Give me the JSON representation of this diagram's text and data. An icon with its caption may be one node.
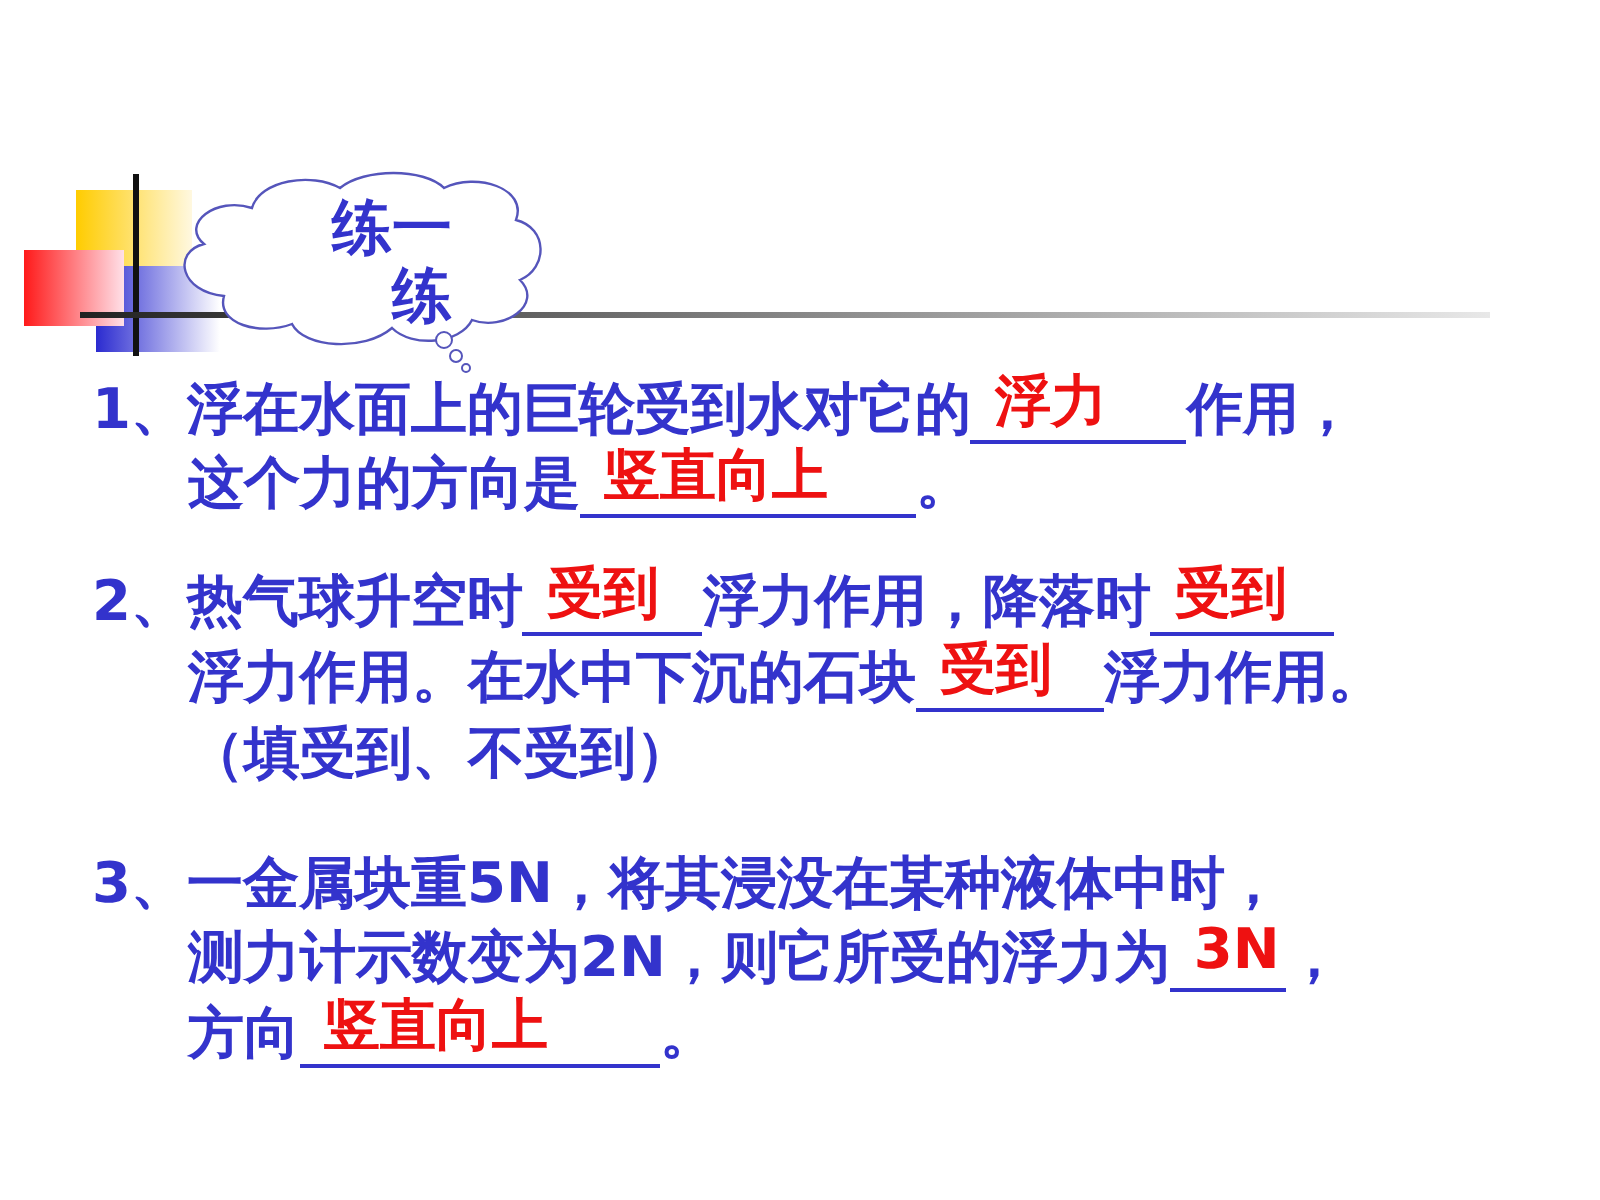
{
  "diagram": {
    "nodes": [
      {
        "text": [
          "练一练"
        ]
      }
    ],
    "edges": [],
    "labels": [
      "1、浮在水面上的巨轮受到水对它的",
      "浮力",
      "作用，",
      "这个力的方向是",
      "竖直向上",
      "。",
      "2、热气球升空时",
      "受到",
      "浮力作用，降落时",
      "受到",
      "浮力作用。在水中下沉的石块",
      "受到",
      "浮力作用。",
      "（填受到、不受到）",
      "3、一金属块重5N，将其浸没在某种液体中时，",
      "测力计示数变为2N，则它所受的浮力为",
      "3N",
      "，",
      "方向",
      "竖直向上",
      "。"
    ]
  }
}
